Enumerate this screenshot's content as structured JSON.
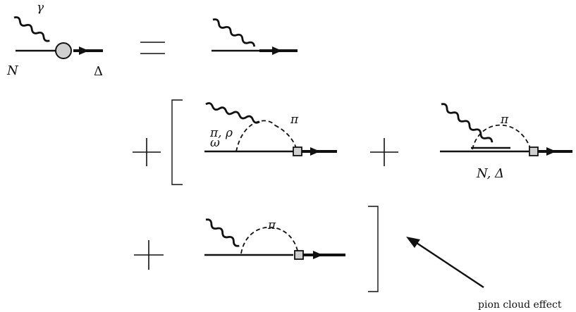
{
  "labels": {
    "gamma": "γ",
    "nucleon": "N",
    "delta": "Δ",
    "pi_rho_top": "π, ρ",
    "omega": "ω",
    "pi_loop_1": "π",
    "pi_loop_2": "π",
    "n_delta": "N, Δ",
    "pi_loop_3": "π",
    "pion_cloud": "pion cloud effect"
  },
  "operators": {
    "equals": "=",
    "plus": "+"
  },
  "colors": {
    "vertex_fill": "#d0d0d0",
    "square_fill": "#d0d0d0",
    "ink": "#111111"
  }
}
